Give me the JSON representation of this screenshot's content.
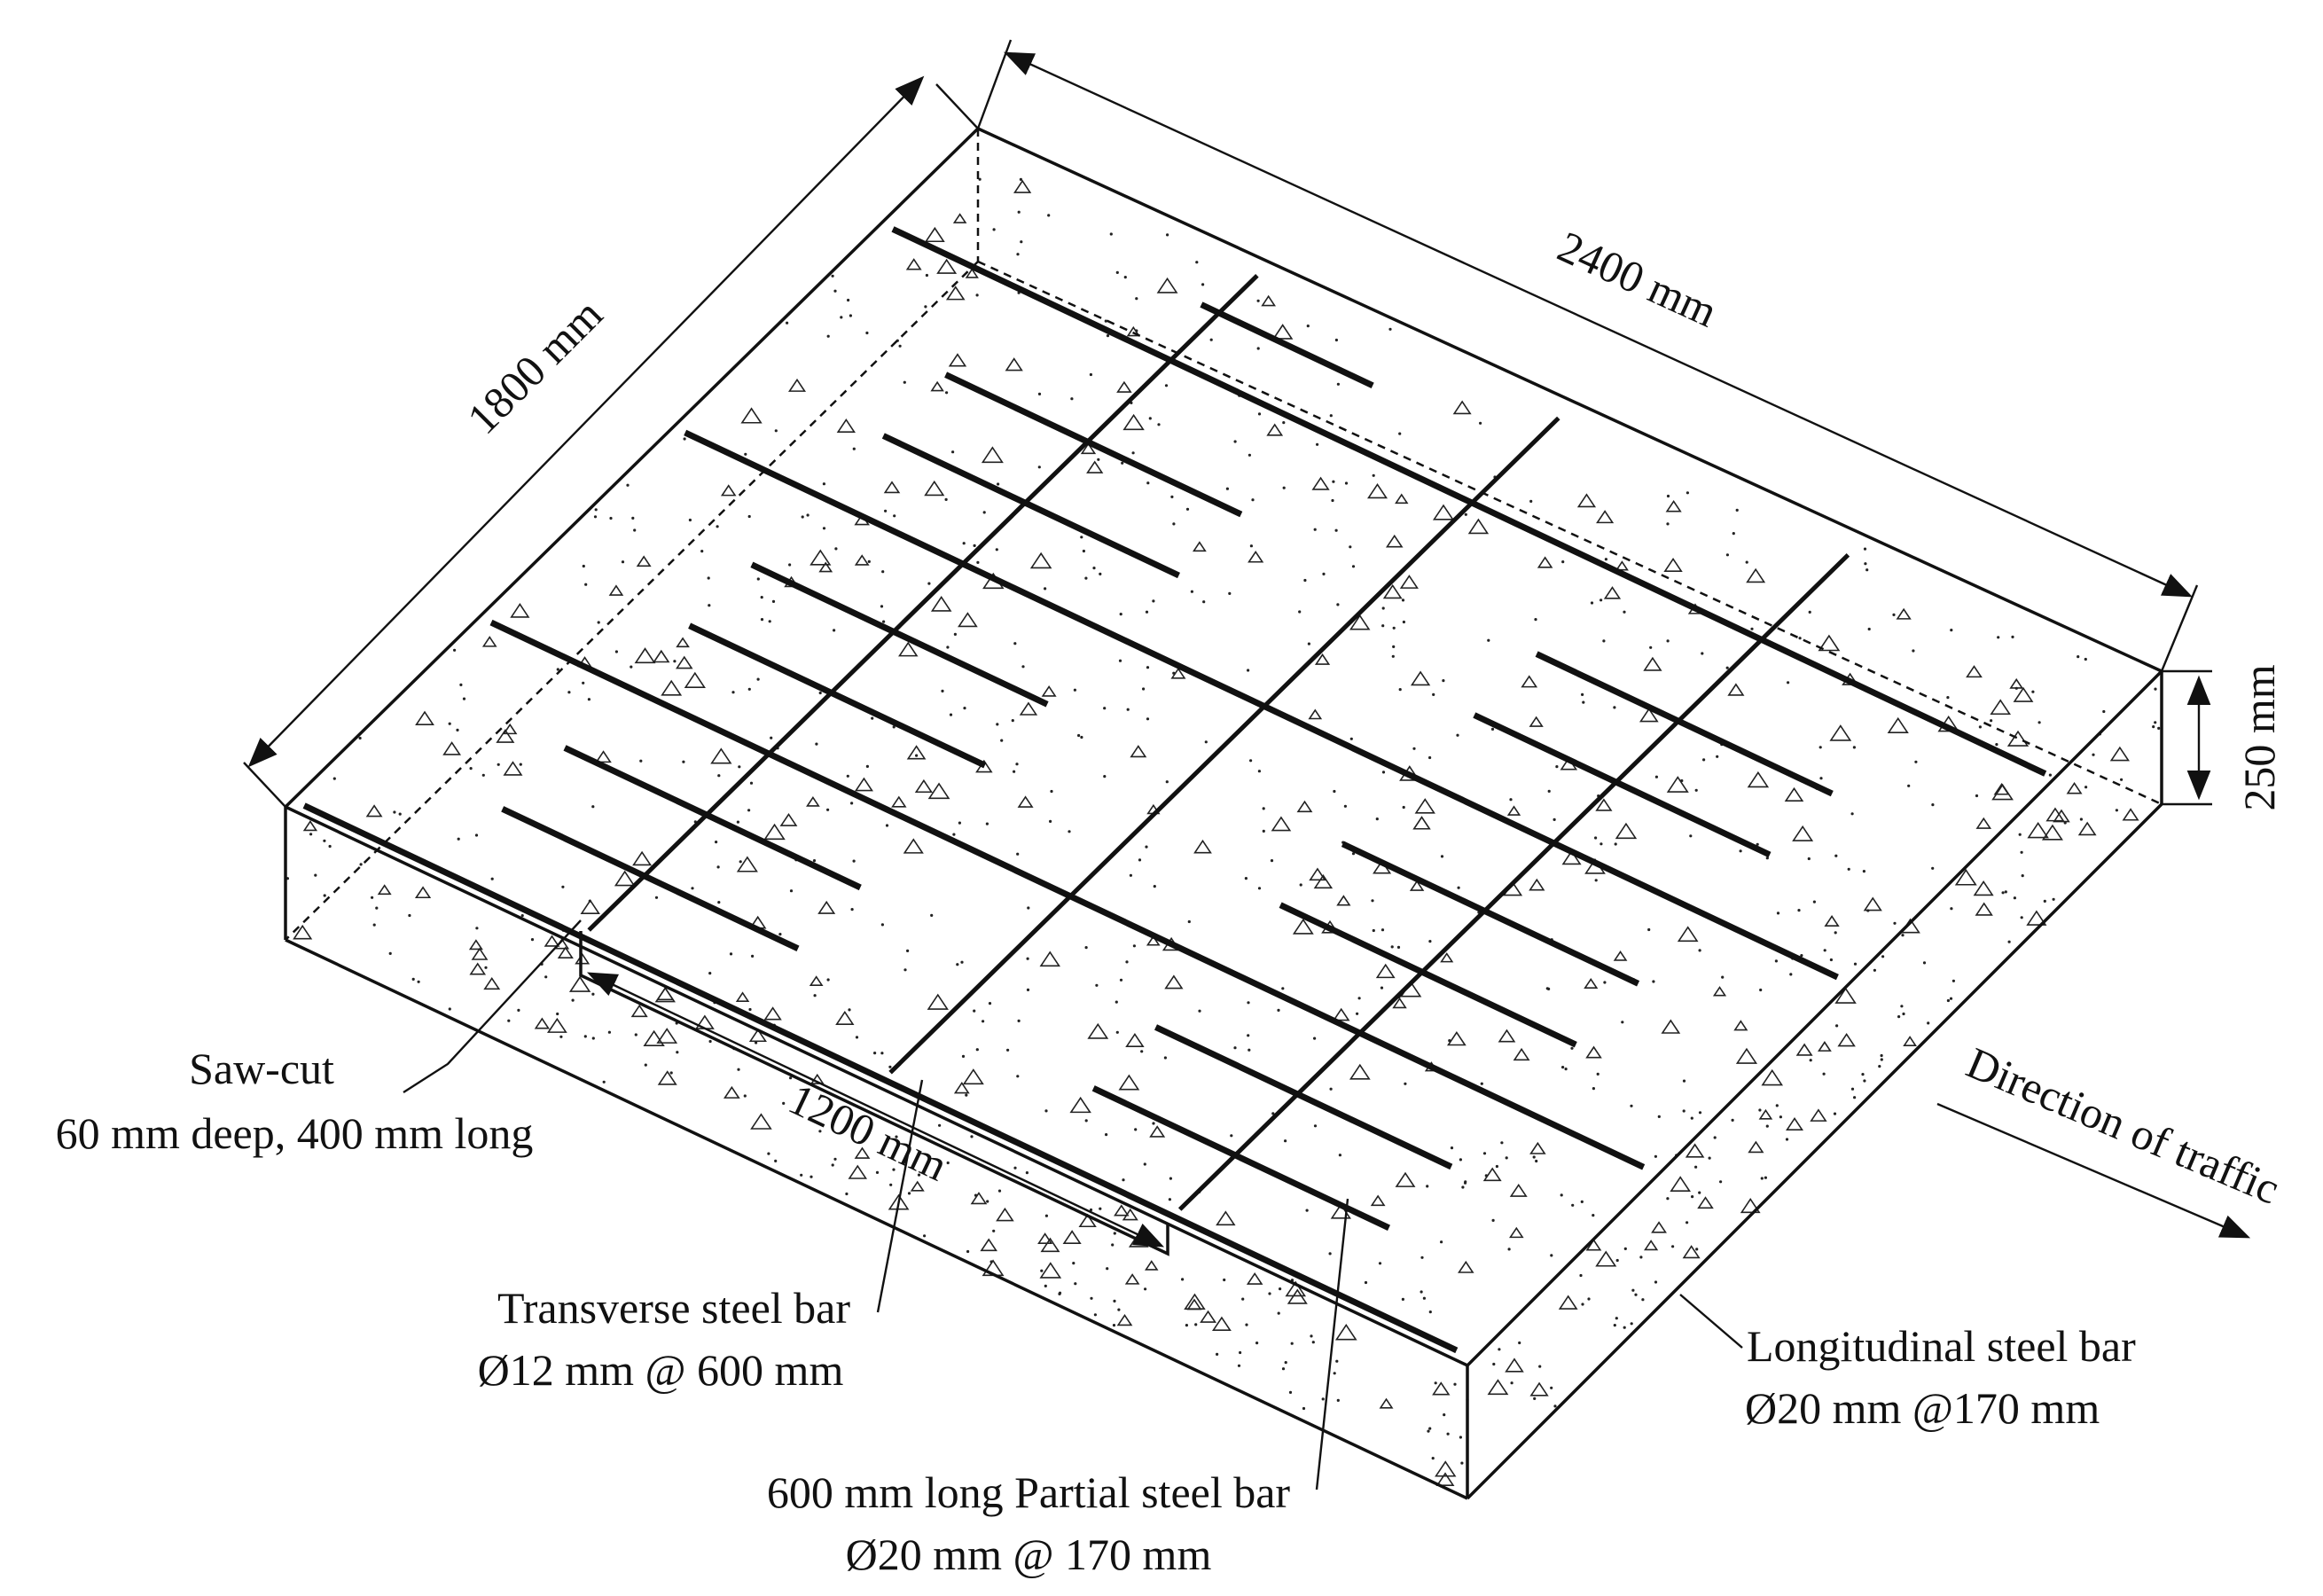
{
  "figure": {
    "labels": {
      "width_dim": "1800 mm",
      "length_dim": "2400 mm",
      "thickness_dim": "250 mm",
      "sawcut_spacing_dim": "1200 mm",
      "traffic": "Direction of traffic",
      "sawcut_line1": "Saw-cut",
      "sawcut_line2": "60 mm deep, 400 mm long",
      "transverse_line1": "Transverse steel bar",
      "transverse_line2": "Ø12 mm @ 600 mm",
      "partial_line1": "600 mm long Partial steel bar",
      "partial_line2": "Ø20 mm @ 170 mm",
      "longitudinal_line1": "Longitudinal steel bar",
      "longitudinal_line2": "Ø20 mm @170 mm"
    },
    "colors": {
      "ink": "#111111",
      "background": "#ffffff"
    }
  }
}
